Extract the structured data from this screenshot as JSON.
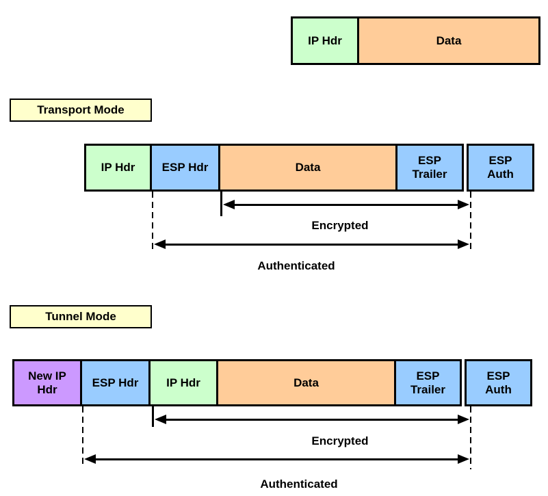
{
  "colors": {
    "green": "#ccffcc",
    "blue": "#99ccff",
    "orange": "#ffcc99",
    "purple": "#cc99ff",
    "yellow": "#ffffcc",
    "border": "#000000",
    "background": "#ffffff"
  },
  "original_packet": {
    "segments": [
      {
        "label": "IP Hdr",
        "color": "green"
      },
      {
        "label": "Data",
        "color": "orange"
      }
    ]
  },
  "transport_mode": {
    "title": "Transport Mode",
    "packet": {
      "segments": [
        {
          "label": "IP Hdr",
          "color": "green"
        },
        {
          "label": "ESP Hdr",
          "color": "blue"
        },
        {
          "label": "Data",
          "color": "orange"
        },
        {
          "label": "ESP\nTrailer",
          "color": "blue"
        },
        {
          "label": "ESP\nAuth",
          "color": "blue"
        }
      ]
    },
    "annotations": {
      "encrypted": "Encrypted",
      "authenticated": "Authenticated"
    }
  },
  "tunnel_mode": {
    "title": "Tunnel Mode",
    "packet": {
      "segments": [
        {
          "label": "New IP\nHdr",
          "color": "purple"
        },
        {
          "label": "ESP Hdr",
          "color": "blue"
        },
        {
          "label": "IP Hdr",
          "color": "green"
        },
        {
          "label": "Data",
          "color": "orange"
        },
        {
          "label": "ESP\nTrailer",
          "color": "blue"
        },
        {
          "label": "ESP\nAuth",
          "color": "blue"
        }
      ]
    },
    "annotations": {
      "encrypted": "Encrypted",
      "authenticated": "Authenticated"
    }
  }
}
